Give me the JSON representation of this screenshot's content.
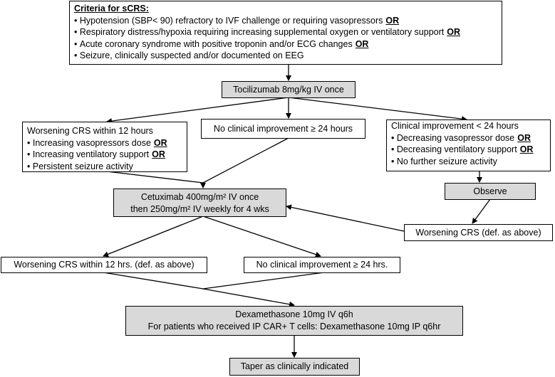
{
  "criteria": {
    "title": "Criteria for sCRS:",
    "items": [
      {
        "text": "Hypotension (SBP< 90) refractory to IVF challenge or requiring vasopressors",
        "or": "OR"
      },
      {
        "text": "Respiratory distress/hypoxia requiring increasing supplemental oxygen or ventilatory support",
        "or": "OR"
      },
      {
        "text": "Acute coronary syndrome with positive troponin and/or ECG changes",
        "or": "OR"
      },
      {
        "text": "Seizure, clinically suspected and/or documented on EEG",
        "or": ""
      }
    ]
  },
  "tocilizumab": "Tocilizumab 8mg/kg IV once",
  "worsening": {
    "title": "Worsening CRS within 12 hours",
    "items": [
      {
        "text": "Increasing vasopressors dose",
        "or": "OR"
      },
      {
        "text": "Increasing ventilatory support",
        "or": "OR"
      },
      {
        "text": "Persistent seizure activity",
        "or": ""
      }
    ]
  },
  "no_improvement": "No clinical improvement ≥ 24 hours",
  "improvement": {
    "title": "Clinical improvement < 24 hours",
    "items": [
      {
        "text": "Decreasing vasopressor dose",
        "or": "OR"
      },
      {
        "text": "Decreasing ventilatory support",
        "or": "OR"
      },
      {
        "text": "No further seizure activity",
        "or": ""
      }
    ]
  },
  "cetuximab": {
    "line1": "Cetuximab 400mg/m² IV once",
    "line2": "then 250mg/m² IV weekly for 4 wks"
  },
  "observe": "Observe",
  "worsening_def": "Worsening CRS (def. as above)",
  "worsening_12hrs": "Worsening CRS within 12 hrs. (def. as above)",
  "no_improvement_24hrs": "No clinical improvement ≥ 24 hrs.",
  "dexamethasone": {
    "line1": "Dexamethasone 10mg  IV q6h",
    "line2": "For patients who received IP CAR+ T cells: Dexamethasone 10mg IP q6hr"
  },
  "taper": "Taper as clinically indicated"
}
